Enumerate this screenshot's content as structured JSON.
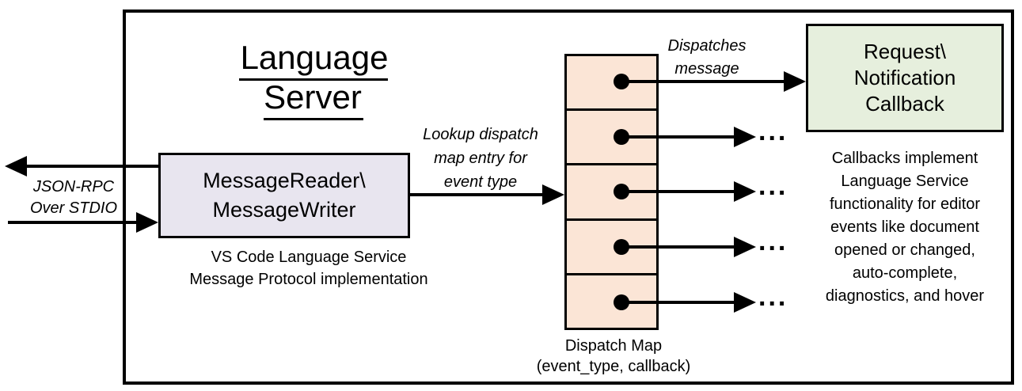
{
  "title": "Language Server",
  "io_label": {
    "line1": "JSON-RPC",
    "line2": "Over STDIO"
  },
  "reader_box": {
    "line1": "MessageReader\\",
    "line2": "MessageWriter"
  },
  "reader_caption": {
    "line1": "VS Code Language Service",
    "line2": "Message Protocol implementation"
  },
  "lookup_label": {
    "line1": "Lookup dispatch",
    "line2": "map entry for",
    "line3": "event type"
  },
  "dispatches_label": {
    "line1": "Dispatches",
    "line2": "message"
  },
  "dispatch_map": {
    "row_count": 5,
    "ellipsis": "...",
    "label_line1": "Dispatch Map",
    "label_line2": "(event_type, callback)"
  },
  "callback_box": {
    "line1": "Request\\",
    "line2": "Notification",
    "line3": "Callback"
  },
  "callback_caption": {
    "lines": [
      "Callbacks implement",
      "Language Service",
      "functionality for editor",
      "events like document",
      "opened or changed,",
      "auto-complete,",
      "diagnostics, and hover"
    ]
  },
  "colors": {
    "reader_fill": "#E8E5EF",
    "dispatch_fill": "#FBE5D6",
    "callback_fill": "#E6EFDD",
    "line": "#000000",
    "background": "#FFFFFF"
  }
}
